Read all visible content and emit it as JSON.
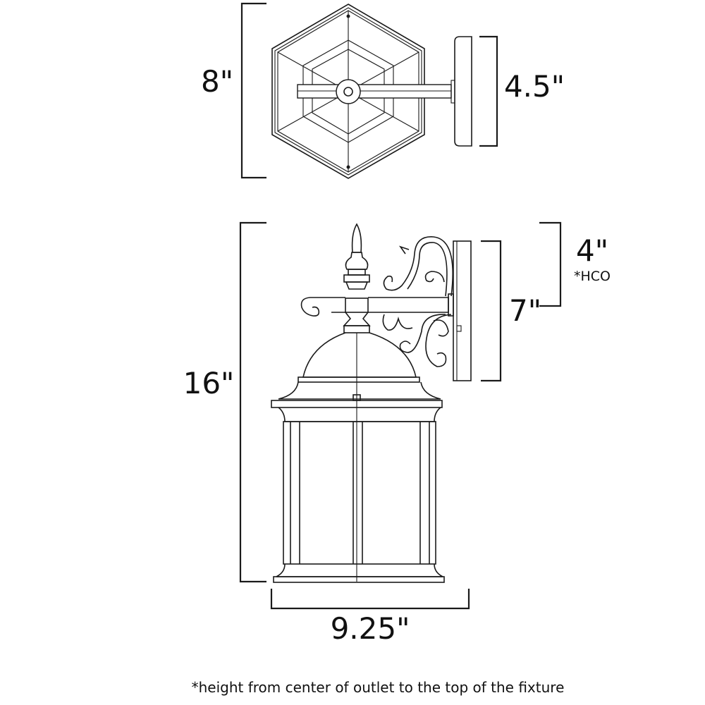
{
  "top_view": {
    "depth_label": "8\"",
    "plate_width_label": "4.5\""
  },
  "side_view": {
    "height_label": "16\"",
    "hco_label": "4\"",
    "hco_note": "*HCO",
    "plate_height_label": "7\"",
    "width_label": "9.25\""
  },
  "footnote": "*height from center of outlet to the top of the fixture"
}
